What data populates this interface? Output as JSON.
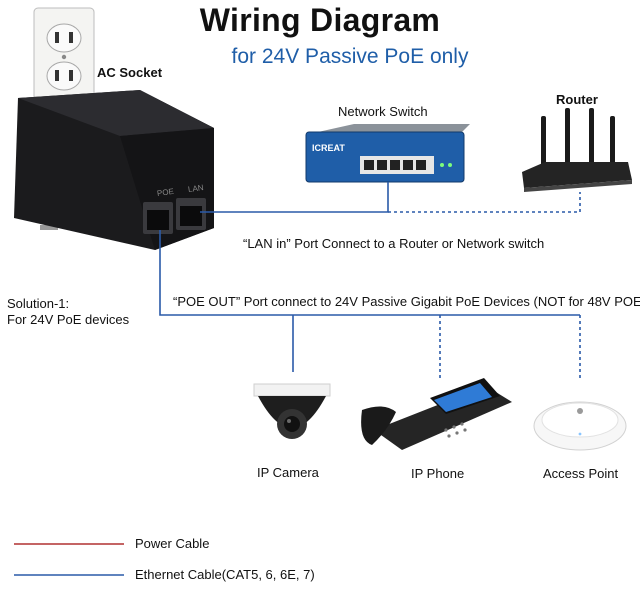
{
  "title": "Wiring Diagram",
  "subtitle": "for 24V Passive PoE only",
  "labels": {
    "ac_socket": "AC Socket",
    "network_switch": "Network Switch",
    "router": "Router",
    "lan_in": "“LAN in” Port Connect to a Router or Network switch",
    "poe_out": "“POE OUT” Port connect to 24V Passive Gigabit PoE Devices (NOT for 48V POE)",
    "solution_line1": "Solution-1:",
    "solution_line2": "For 24V PoE devices",
    "ip_camera": "IP Camera",
    "ip_phone": "IP Phone",
    "access_point": "Access Point"
  },
  "injector": {
    "port_poe": "POE",
    "port_lan": "LAN"
  },
  "switch_brand": "ICREAT",
  "legend": {
    "power_cable": "Power Cable",
    "ethernet_cable": "Ethernet Cable(CAT5, 6, 6E, 7)"
  },
  "colors": {
    "title": "#111111",
    "subtitle": "#1f5ea8",
    "power_cable": "#b03030",
    "ethernet_cable": "#2a5aa8"
  }
}
